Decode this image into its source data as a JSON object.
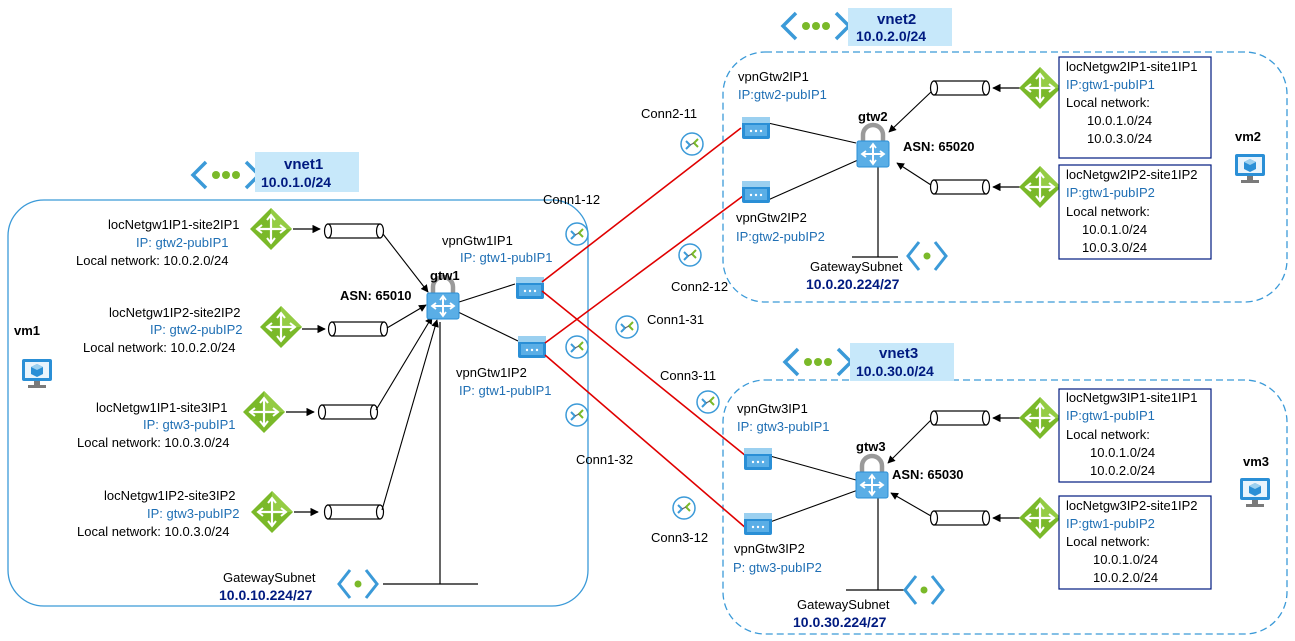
{
  "vnet1": {
    "name": "vnet1",
    "cidr": "10.0.1.0/24"
  },
  "vnet2": {
    "name": "vnet2",
    "cidr": "10.0.2.0/24"
  },
  "vnet3": {
    "name": "vnet3",
    "cidr": "10.0.30.0/24"
  },
  "vms": {
    "vm1": "vm1",
    "vm2": "vm2",
    "vm3": "vm3"
  },
  "gateways": {
    "gtw1": {
      "name": "gtw1",
      "asn": "ASN: 65010"
    },
    "gtw2": {
      "name": "gtw2",
      "asn": "ASN: 65020"
    },
    "gtw3": {
      "name": "gtw3",
      "asn": "ASN: 65030"
    }
  },
  "subnets": {
    "s1": {
      "label": "GatewaySubnet",
      "cidr": "10.0.10.224/27"
    },
    "s2": {
      "label": "GatewaySubnet",
      "cidr": "10.0.20.224/27"
    },
    "s3": {
      "label": "GatewaySubnet",
      "cidr": "10.0.30.224/27"
    }
  },
  "vpn": {
    "g1ip1": {
      "name": "vpnGtw1IP1",
      "ip": "IP: gtw1-pubIP1"
    },
    "g1ip2": {
      "name": "vpnGtw1IP2",
      "ip": "IP: gtw1-pubIP1"
    },
    "g2ip1": {
      "name": "vpnGtw2IP1",
      "ip": "IP:gtw2-pubIP1"
    },
    "g2ip2": {
      "name": "vpnGtw2IP2",
      "ip": "IP:gtw2-pubIP2"
    },
    "g3ip1": {
      "name": "vpnGtw3IP1",
      "ip": "IP: gtw3-pubIP1"
    },
    "g3ip2": {
      "name": "vpnGtw3IP2",
      "ip": "P: gtw3-pubIP2"
    }
  },
  "local_v1": [
    {
      "name": "locNetgw1IP1-site2IP1",
      "ip": "IP: gtw2-pubIP1",
      "net": "Local network: 10.0.2.0/24"
    },
    {
      "name": "locNetgw1IP2-site2IP2",
      "ip": "IP: gtw2-pubIP2",
      "net": "Local network: 10.0.2.0/24"
    },
    {
      "name": "locNetgw1IP1-site3IP1",
      "ip": "IP: gtw3-pubIP1",
      "net": "Local network: 10.0.3.0/24"
    },
    {
      "name": "locNetgw1IP2-site3IP2",
      "ip": "IP: gtw3-pubIP2",
      "net": "Local network: 10.0.3.0/24"
    }
  ],
  "local_box": [
    {
      "name": "locNetgw2IP1-site1IP1",
      "ip": "IP:gtw1-pubIP1",
      "label": "Local network:",
      "n1": "10.0.1.0/24",
      "n2": "10.0.3.0/24"
    },
    {
      "name": "locNetgw2IP2-site1IP2",
      "ip": "IP:gtw1-pubIP2",
      "label": "Local network:",
      "n1": "10.0.1.0/24",
      "n2": "10.0.3.0/24"
    },
    {
      "name": "locNetgw3IP1-site1IP1",
      "ip": "IP:gtw1-pubIP1",
      "label": "Local network:",
      "n1": "10.0.1.0/24",
      "n2": "10.0.2.0/24"
    },
    {
      "name": "locNetgw3IP2-site1IP2",
      "ip": "IP:gtw1-pubIP2",
      "label": "Local network:",
      "n1": "10.0.1.0/24",
      "n2": "10.0.2.0/24"
    }
  ],
  "connections": {
    "c1_12": "Conn1-12",
    "c1_31": "Conn1-31",
    "c1_32": "Conn1-32",
    "c2_11": "Conn2-11",
    "c2_12": "Conn2-12",
    "c3_11": "Conn3-11",
    "c3_12": "Conn3-12"
  },
  "icons": {
    "vnet": "vnet-dots-icon",
    "vm": "vm-monitor-icon",
    "local_gateway": "local-network-gateway-icon",
    "vpn_gateway": "vpn-gateway-icon",
    "gateway": "gateway-lock-icon",
    "connection": "connection-icon",
    "subnet": "subnet-icon"
  },
  "colors": {
    "red_link": "#e00000",
    "blue_text": "#1f6fb4",
    "navy_text": "#001a80",
    "vnet_label_bg": "#c7e8fa"
  }
}
